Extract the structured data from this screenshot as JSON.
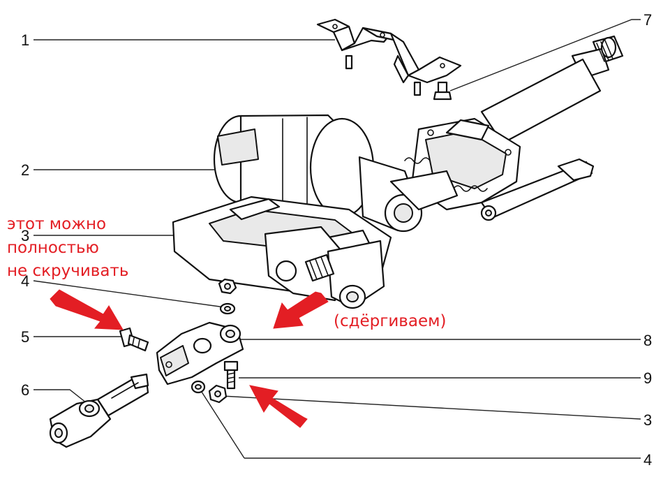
{
  "callouts": {
    "c1": "1",
    "c2": "2",
    "c3_left": "3",
    "c4_left": "4",
    "c5": "5",
    "c6": "6",
    "c7": "7",
    "c8": "8",
    "c9": "9",
    "c3_right": "3",
    "c4_right": "4"
  },
  "annotations": {
    "note_line1": "этот можно",
    "note_line2": "полностью",
    "note_line3": "не скручивать",
    "pull_note": "(сдёргиваем)"
  },
  "colors": {
    "annotation": "#e31e24",
    "line": "#111111"
  }
}
